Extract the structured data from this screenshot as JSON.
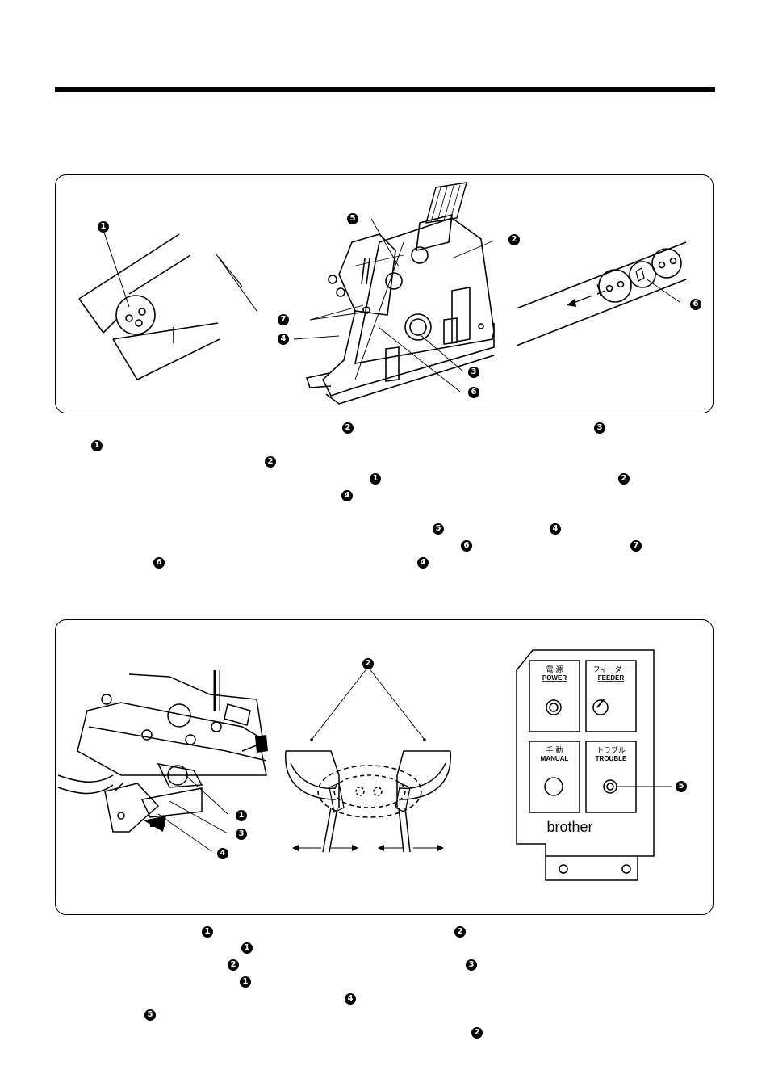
{
  "figure1": {
    "callouts": {
      "c1": "1",
      "c2": "2",
      "c3": "3",
      "c4": "4",
      "c5": "5",
      "c6": "6",
      "c7": "7",
      "c6b": "6"
    }
  },
  "figure2": {
    "callouts": {
      "c1": "1",
      "c2": "2",
      "c3": "3",
      "c4": "4",
      "c5": "5"
    },
    "panel": {
      "power_jp": "電 源",
      "power_en": "POWER",
      "feeder_jp": "フィーダー",
      "feeder_en": "FEEDER",
      "manual_jp": "手 動",
      "manual_en": "MANUAL",
      "trouble_jp": "トラブル",
      "trouble_en": "TROUBLE",
      "brand": "brother"
    }
  },
  "text_markers": {
    "p1": [
      "2",
      "3",
      "1",
      "2",
      "1",
      "2",
      "4",
      "5",
      "4",
      "6",
      "7",
      "6",
      "4"
    ],
    "p2": [
      "1",
      "2",
      "1",
      "2",
      "3",
      "1",
      "4",
      "5",
      "2"
    ]
  }
}
